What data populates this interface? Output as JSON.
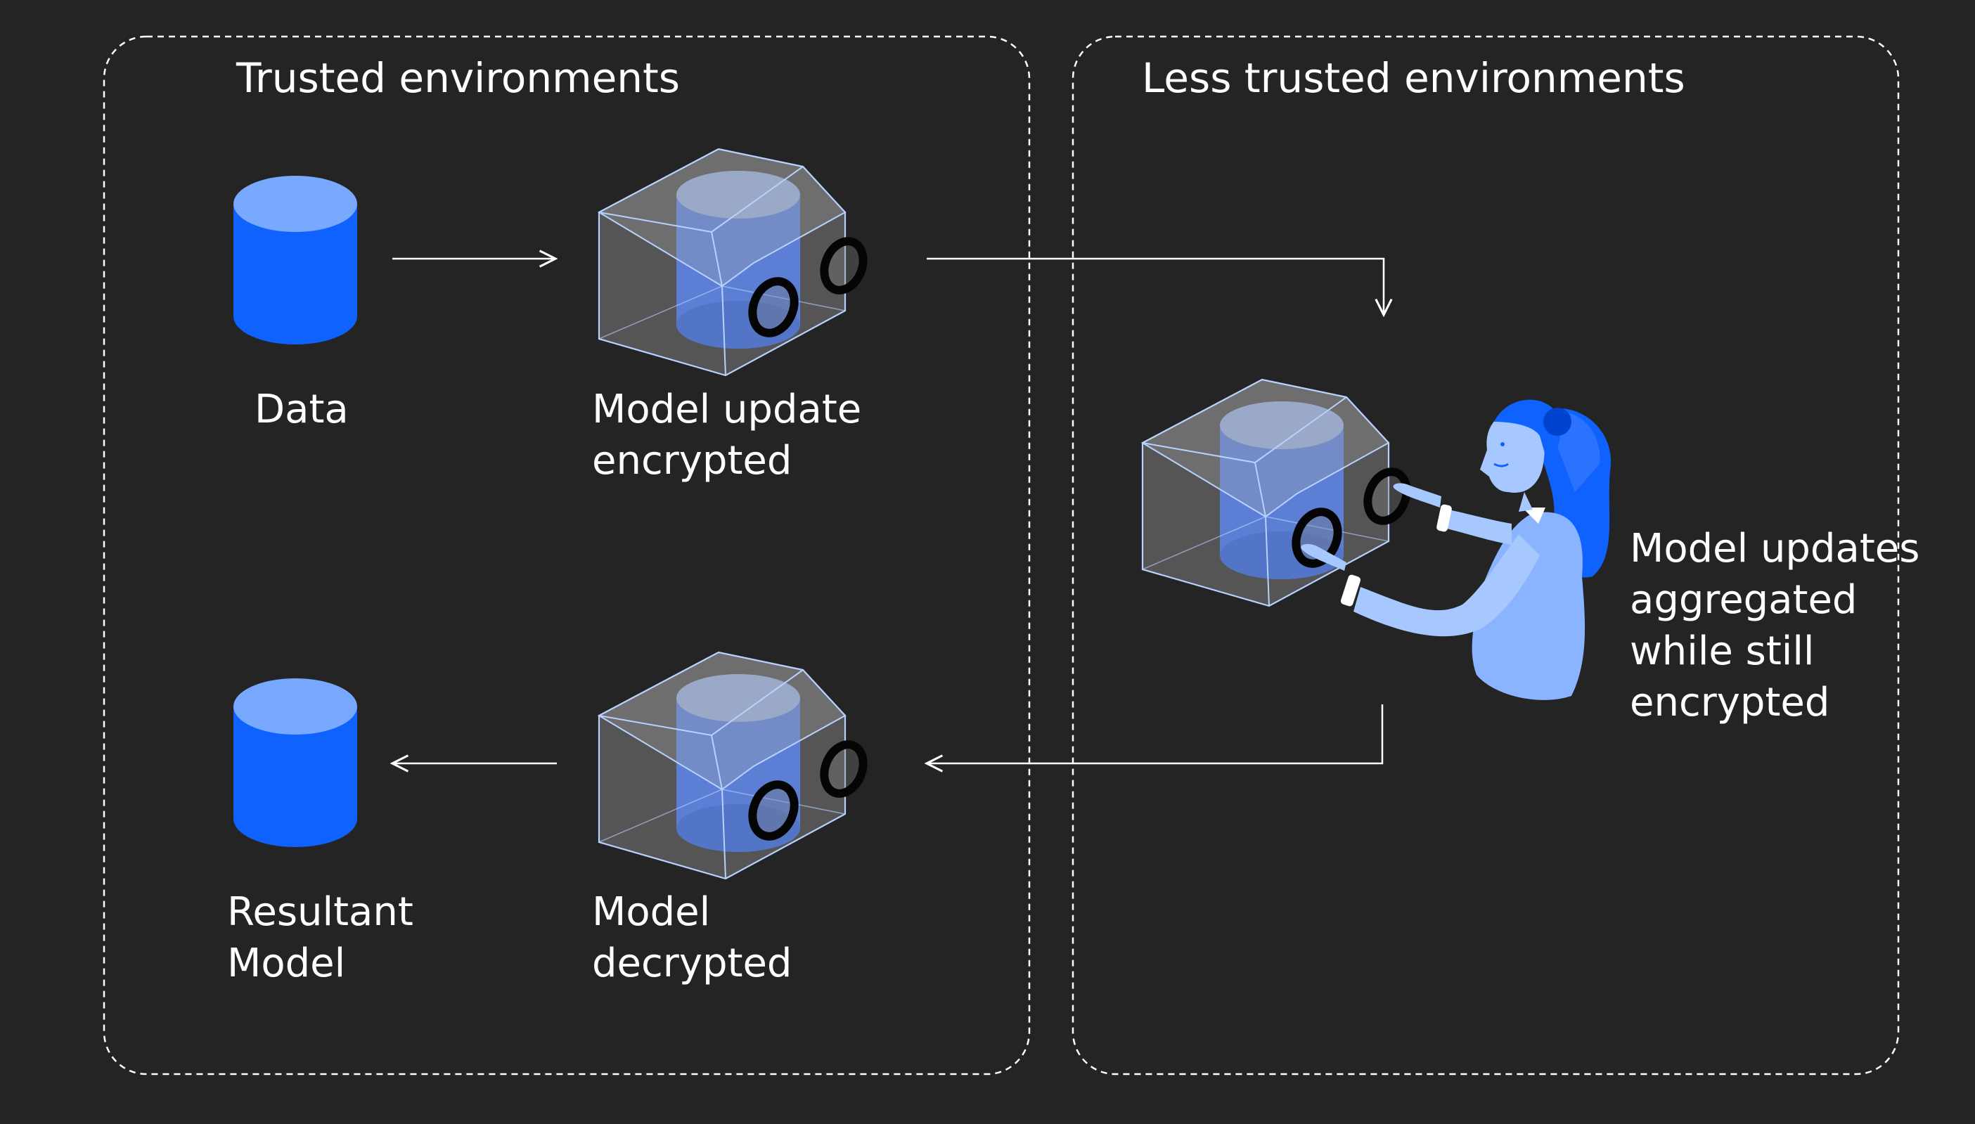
{
  "colors": {
    "background": "#242424",
    "line": "#ffffff",
    "cylinder_blue": "#0f62fe",
    "cylinder_top": "#78a9ff",
    "glass_edge": "#a6c8ff",
    "person_blue": "#8ab4ff"
  },
  "panels": {
    "trusted": {
      "title": "Trusted environments"
    },
    "less_trusted": {
      "title": "Less trusted environments"
    }
  },
  "nodes": {
    "data": {
      "label_line1": "Data"
    },
    "model_update": {
      "label_line1": "Model update",
      "label_line2": "encrypted"
    },
    "aggregation": {
      "label_line1": "Model updates",
      "label_line2": "aggregated",
      "label_line3": "while still",
      "label_line4": "encrypted"
    },
    "model_decrypted": {
      "label_line1": "Model",
      "label_line2": "decrypted"
    },
    "resultant": {
      "label_line1": "Resultant",
      "label_line2": "Model"
    }
  },
  "icons": {
    "database": "database-cylinder-icon",
    "encrypted_box": "glovebox-enclosure-icon",
    "person": "person-operator-icon"
  }
}
